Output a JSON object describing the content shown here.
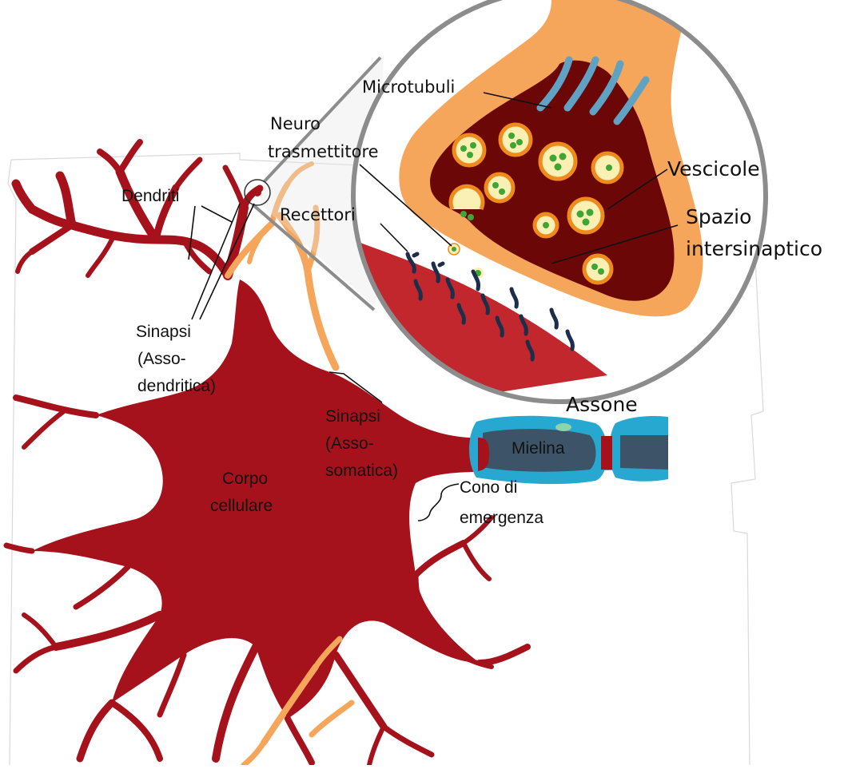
{
  "diagram": {
    "labels": {
      "microtubuli": "Microtubuli",
      "neuro": "Neuro",
      "trasmettitore": "trasmettitore",
      "vescicole": "Vescicole",
      "recettori": "Recettori",
      "spazio": "Spazio",
      "intersinaptico": "intersinaptico",
      "dendriti": "Dendriti",
      "sinapsi_ad_1": "Sinapsi",
      "sinapsi_ad_2": "(Asso-",
      "sinapsi_ad_3": "dendritica)",
      "sinapsi_as_1": "Sinapsi",
      "sinapsi_as_2": "(Asso-",
      "sinapsi_as_3": "somatica)",
      "assone": "Assone",
      "mielina": "Mielina",
      "cono_1": "Cono di",
      "cono_2": "emergenza",
      "corpo_1": "Corpo",
      "corpo_2": "cellulare"
    },
    "colors": {
      "neuron": "#a5121b",
      "neuron_dark": "#7a0a10",
      "terminal": "#f6a65a",
      "terminal_inner": "#6b0707",
      "vesicle_fill": "#fbf0b3",
      "vesicle_rim": "#ef8a1c",
      "neurotransmitter": "#3fa535",
      "microtubule": "#5fa2c4",
      "receptor": "#1c2e4a",
      "postsynaptic": "#c2272d",
      "myelin": "#26a8d1",
      "axon_core": "#3d5468",
      "lens_ring": "#8c8c8c"
    }
  }
}
